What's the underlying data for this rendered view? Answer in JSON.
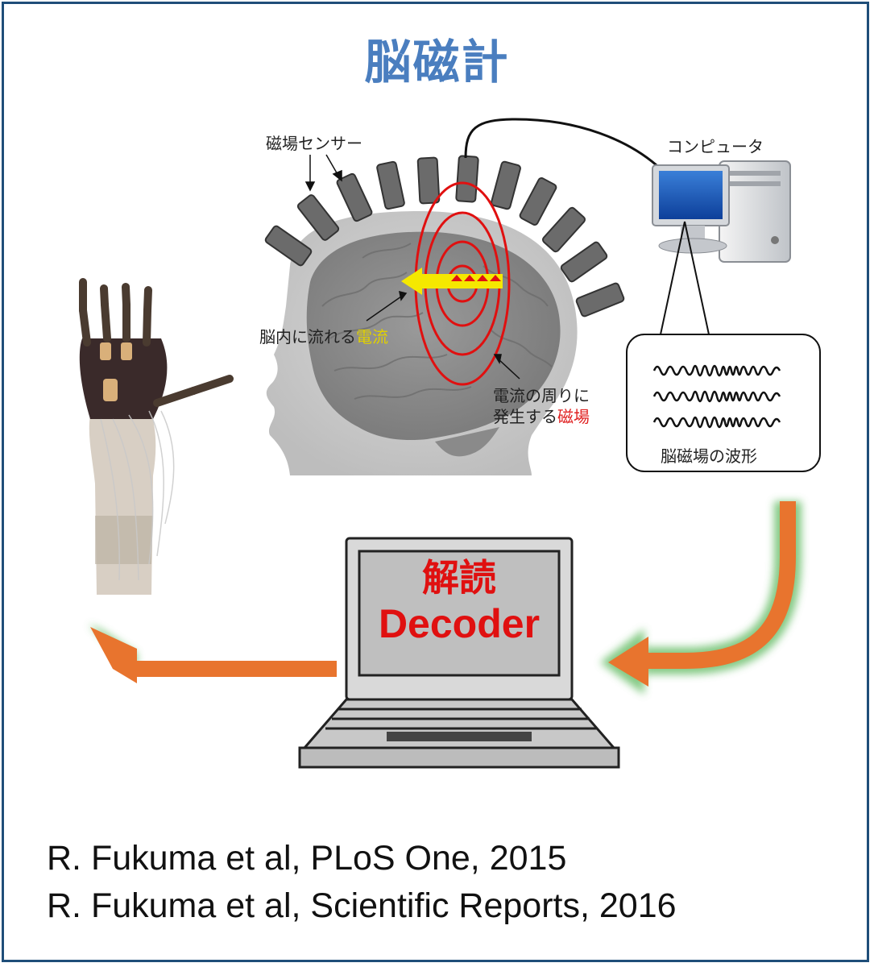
{
  "title": "脳磁計",
  "labels": {
    "sensor": "磁場センサー",
    "computer": "コンピュータ",
    "current_prefix": "脳内に流れる",
    "current_highlight": "電流",
    "field_line1": "電流の周りに",
    "field_line2_prefix": "発生する",
    "field_line2_highlight": "磁場",
    "waveform": "脳磁場の波形"
  },
  "decoder": {
    "ja": "解読",
    "en": "Decoder"
  },
  "references": [
    "R. Fukuma et al, PLoS One, 2015",
    "R. Fukuma et al, Scientific Reports, 2016"
  ],
  "colors": {
    "title": "#4a7ebf",
    "frame": "#1f4e79",
    "arrow_fill": "#e8742e",
    "arrow_glow": "#5cb85c",
    "field_lines": "#e01010",
    "current_arrow": "#f5e800",
    "sensor": "#666666"
  }
}
